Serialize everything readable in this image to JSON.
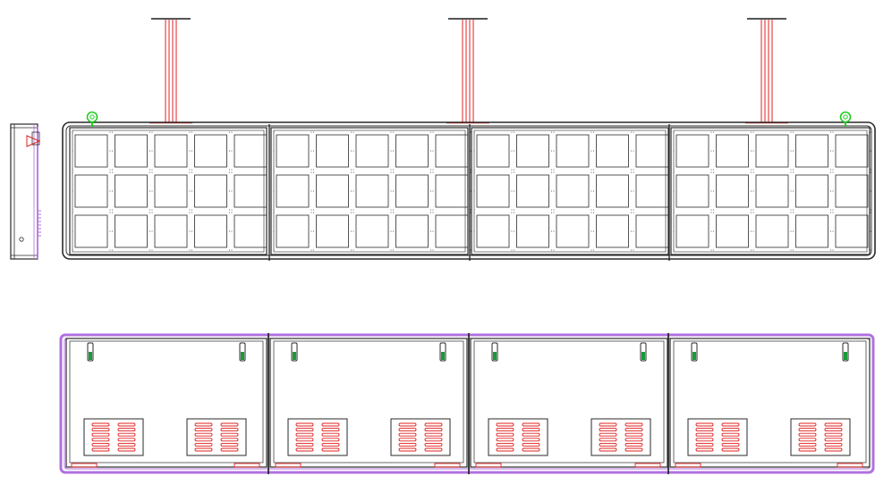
{
  "drawing": {
    "views": [
      "side-view",
      "front-view",
      "rear-view"
    ],
    "front_view": {
      "panel_count": 4,
      "module_rows": 3,
      "module_cols_per_panel": 5,
      "lifting_eyes": 2,
      "hanger_rods": 3
    },
    "rear_view": {
      "panel_count": 4,
      "latches_per_panel": 2,
      "vent_grilles_per_panel": 2
    }
  },
  "colors": {
    "outline": "#2a2a2a",
    "rod": "#e02020",
    "rod_cap": "#555555",
    "lifting_eye": "#22cc22",
    "frame": "#b070e0",
    "vent": "#e02020",
    "latch": "#1a9a3a",
    "dots": "#444444"
  }
}
